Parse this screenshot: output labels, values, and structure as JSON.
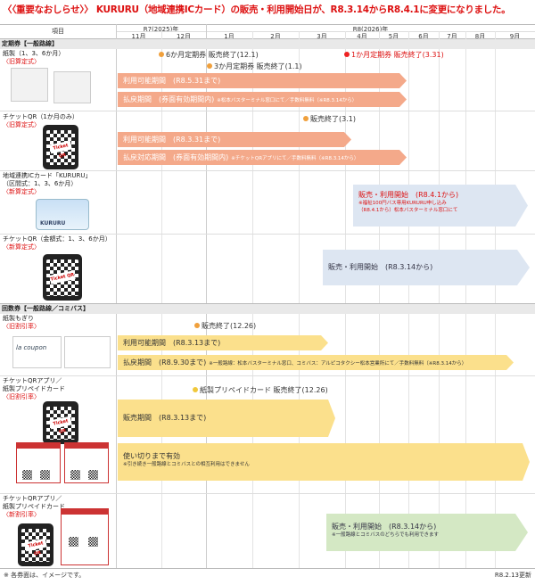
{
  "title": "〈〈重要なおしらせ〉〉 KURURU（地域連携ICカード）の販売・利用開始日が、R8.3.14からR8.4.1に変更になりました。",
  "header": {
    "item_label": "項目",
    "year1": "R7(2025)年",
    "year2": "R8(2026)年",
    "months": [
      "11月",
      "12月",
      "1月",
      "2月",
      "3月",
      "4月",
      "5月",
      "6月",
      "7月",
      "8月",
      "9月"
    ]
  },
  "sections": {
    "teiki": "定期券【一般路線】",
    "kaisu": "回数券【一般路線／コミバス】"
  },
  "rows": {
    "r1": {
      "l1": "紙製（1、3、6か月）",
      "l2": "〈旧算定式〉"
    },
    "r2": {
      "l1": "チケットQR（1か月のみ）",
      "l2": "〈旧算定式〉"
    },
    "r3": {
      "l1": "地域連携ICカード「KURURU」",
      "l2": "（区間式：1、3、6か月）",
      "l3": "〈新算定式〉"
    },
    "r4": {
      "l1": "チケットQR（金額式：1、3、6か月）",
      "l2": "〈新算定式〉"
    },
    "r5": {
      "l1": "紙製もぎり",
      "l2": "〈旧割引率〉"
    },
    "r6": {
      "l1": "チケットQRアプリ／",
      "l2": "紙製プリペイドカード",
      "l3": "〈旧割引率〉"
    },
    "r7": {
      "l1": "チケットQRアプリ／",
      "l2": "紙製プリペイドカード",
      "l3": "〈新割引率〉"
    }
  },
  "events": {
    "e1": "6か月定期券 販売終了(12.1)",
    "e2": "3か月定期券 販売終了(1.1)",
    "e3": "1か月定期券 販売終了(3.31)",
    "e4": "販売終了(3.1)",
    "e5": "販売終了(12.26)",
    "e6": "紙製プリペイドカード 販売終了(12.26)"
  },
  "bars": {
    "b1": "利用可能期間　(R8.5.31まで)",
    "b2": "払戻期間　(券面有効期間内)",
    "b2_note": "※松本バスターミナル窓口にて／手数料無料（※R8.3.14から）",
    "b3": "利用可能期間　(R8.3.31まで)",
    "b4": "払戻対応期間　(券面有効期間内)",
    "b4_note": "※チケットQRアプリにて／手数料無料（※R8.3.14から）",
    "b5": "販売・利用開始　(R8.4.1から)",
    "b5_note1": "※福祉100円バス専用KURURU申し込み",
    "b5_note2": "（R8.4.1から）松本バスターミナル窓口にて",
    "b6": "販売・利用開始　(R8.3.14から)",
    "b7": "利用可能期間　(R8.3.13まで)",
    "b8": "払戻期間　(R8.9.30まで)",
    "b8_note": "※一般路線：松本バスターミナル窓口、コミバス：アルピコタクシー松本営業所にて／手数料無料（※R8.3.14から）",
    "b9": "販売期間　(R8.3.13まで)",
    "b10": "使い切りまで有効",
    "b10_note": "※引き続き一般路線とコミバスとの相互利用はできません",
    "b11": "販売・利用開始　(R8.3.14から)",
    "b11_note": "※一般路線とコミバスのどちらでも利用できます"
  },
  "images": {
    "ticket_qr_label": "Ticket QR",
    "kururu_label": "KURURU",
    "coupon_label": "la coupon"
  },
  "footer": {
    "left": "※ 各券面は、イメージです。",
    "right": "R8.2.13更新"
  }
}
